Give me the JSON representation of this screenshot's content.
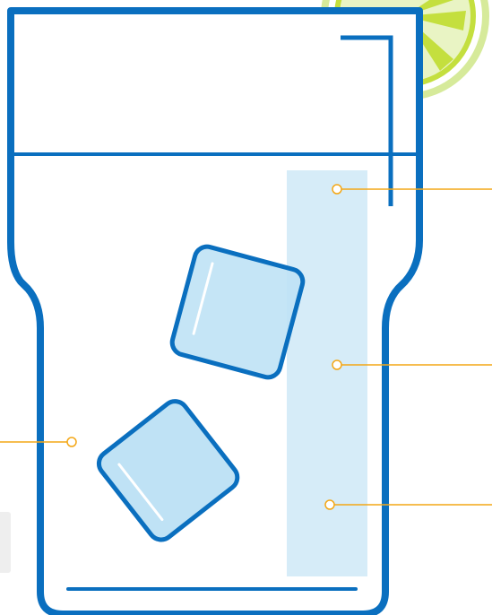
{
  "colors": {
    "glass_outline": "#0a6fbf",
    "ice_fill": "#bfe2f5",
    "ice_edge": "#0a6fbf",
    "ice_highlight": "#ffffff",
    "straw_fill": "#d6ecf8",
    "callout_line": "#f4a716",
    "lime_outer": "#d6ea9a",
    "lime_pulp": "#c4df3e",
    "lime_rind": "#9ccc2e",
    "side_tab": "#eeeeee"
  },
  "icons": {
    "glass": "glass-outline-icon",
    "ice": "ice-cube-icon",
    "lime": "lime-slice-icon",
    "callout": "callout-marker-icon"
  },
  "callouts": [
    {
      "id": "callout-straw-top",
      "label": ""
    },
    {
      "id": "callout-straw-middle",
      "label": ""
    },
    {
      "id": "callout-straw-bottom",
      "label": ""
    },
    {
      "id": "callout-ice-left",
      "label": ""
    }
  ]
}
